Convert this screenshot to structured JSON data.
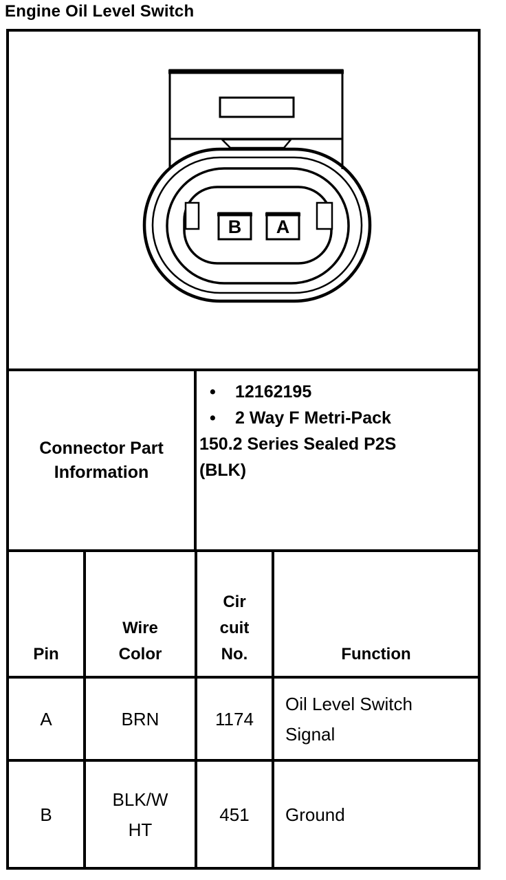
{
  "page": {
    "title": "Engine Oil Level Switch",
    "background_color": "#ffffff",
    "ink_color": "#000000"
  },
  "diagram": {
    "description": "Face view of 2-way oval sealed connector with keyed housing",
    "pin_labels": [
      "B",
      "A"
    ]
  },
  "part_info": {
    "label_lines": [
      "Connector Part",
      "Information"
    ],
    "bullet_lines": [
      {
        "bullet": "•",
        "text": "12162195"
      },
      {
        "bullet": "•",
        "text": "2 Way F Metri-Pack"
      },
      {
        "bullet": "",
        "text": "150.2 Series Sealed P2S"
      },
      {
        "bullet": "",
        "text": "(BLK)"
      }
    ]
  },
  "pin_table": {
    "headers": {
      "pin": [
        "Pin"
      ],
      "wire_color": [
        "Wire",
        "Color"
      ],
      "circuit_no": [
        "Cir",
        "cuit",
        "No."
      ],
      "function": [
        "Function"
      ]
    },
    "rows": [
      {
        "pin": [
          "A"
        ],
        "wire_color": [
          "BRN"
        ],
        "circuit_no": [
          "1174"
        ],
        "function": [
          "Oil Level Switch",
          "Signal"
        ]
      },
      {
        "pin": [
          "B"
        ],
        "wire_color": [
          "BLK/W",
          "HT"
        ],
        "circuit_no": [
          "451"
        ],
        "function": [
          "Ground"
        ]
      }
    ]
  }
}
